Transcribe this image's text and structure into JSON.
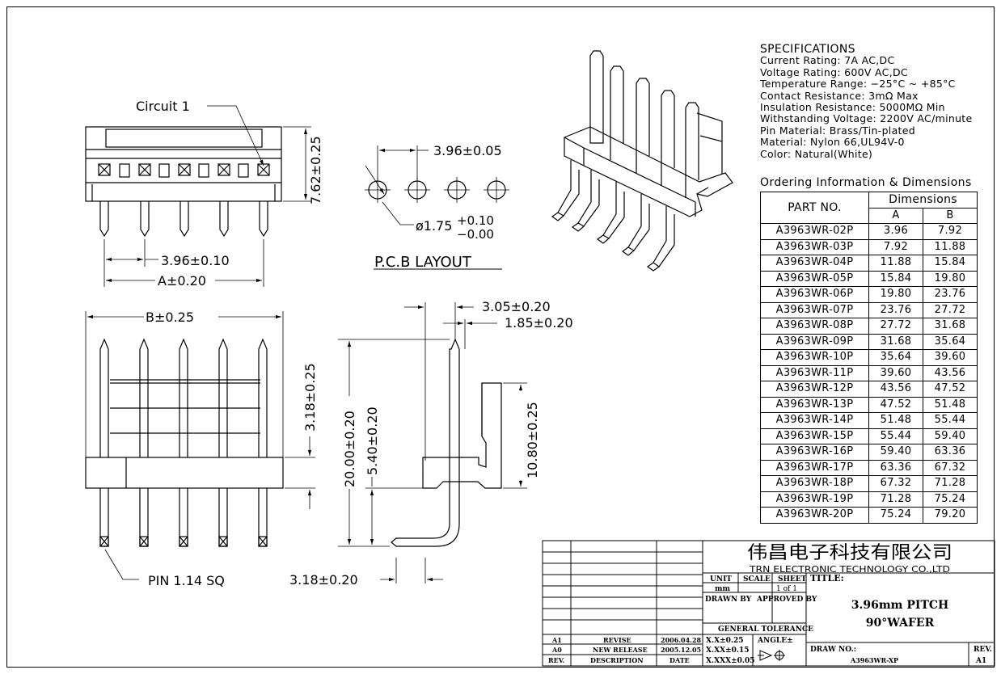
{
  "drawing": {
    "circuit_label": "Circuit 1",
    "dim_pitch": "3.96±0.10",
    "dim_a": "A±0.20",
    "dim_height": "7.62±0.25",
    "dim_b": "B±0.25",
    "dim_318_side": "3.18±0.25",
    "pin_label": "PIN 1.14 SQ",
    "pcb": {
      "pitch": "3.96±0.05",
      "hole_prefix": "ø1.75",
      "hole_tol_plus": "+0.10",
      "hole_tol_minus": "−0.00",
      "title": "P.C.B LAYOUT"
    },
    "side": {
      "d305": "3.05±0.20",
      "d185": "1.85±0.20",
      "d2000": "20.00±0.20",
      "d540": "5.40±0.20",
      "d1080": "10.80±0.25",
      "d318": "3.18±0.20"
    }
  },
  "specifications": {
    "heading": "SPECIFICATIONS",
    "lines": [
      "Current Rating: 7A AC,DC",
      "Voltage Rating: 600V AC,DC",
      "Temperature Range: −25°C ~ +85°C",
      "Contact Resistance: 3mΩ Max",
      "Insulation Resistance: 5000MΩ Min",
      "Withstanding Voltage: 2200V AC/minute",
      "Pin Material: Brass/Tin-plated",
      "Material: Nylon 66,UL94V-0",
      "Color: Natural(White)"
    ]
  },
  "ordering": {
    "heading": "Ordering Information & Dimensions",
    "col_part": "PART NO.",
    "col_dims": "Dimensions",
    "col_a": "A",
    "col_b": "B",
    "rows": [
      [
        "A3963WR-02P",
        "3.96",
        "7.92"
      ],
      [
        "A3963WR-03P",
        "7.92",
        "11.88"
      ],
      [
        "A3963WR-04P",
        "11.88",
        "15.84"
      ],
      [
        "A3963WR-05P",
        "15.84",
        "19.80"
      ],
      [
        "A3963WR-06P",
        "19.80",
        "23.76"
      ],
      [
        "A3963WR-07P",
        "23.76",
        "27.72"
      ],
      [
        "A3963WR-08P",
        "27.72",
        "31.68"
      ],
      [
        "A3963WR-09P",
        "31.68",
        "35.64"
      ],
      [
        "A3963WR-10P",
        "35.64",
        "39.60"
      ],
      [
        "A3963WR-11P",
        "39.60",
        "43.56"
      ],
      [
        "A3963WR-12P",
        "43.56",
        "47.52"
      ],
      [
        "A3963WR-13P",
        "47.52",
        "51.48"
      ],
      [
        "A3963WR-14P",
        "51.48",
        "55.44"
      ],
      [
        "A3963WR-15P",
        "55.44",
        "59.40"
      ],
      [
        "A3963WR-16P",
        "59.40",
        "63.36"
      ],
      [
        "A3963WR-17P",
        "63.36",
        "67.32"
      ],
      [
        "A3963WR-18P",
        "67.32",
        "71.28"
      ],
      [
        "A3963WR-19P",
        "71.28",
        "75.24"
      ],
      [
        "A3963WR-20P",
        "75.24",
        "79.20"
      ]
    ]
  },
  "titleblock": {
    "company_cn": "伟昌电子科技有限公司",
    "company_en": "TRN ELECTRONIC TECHNOLOGY CO.,LTD",
    "unit": "UNIT",
    "unit_val": "mm",
    "scale": "SCALE",
    "sheet": "SHEET",
    "sheet_val": "1 of 1",
    "title_label": "TITLE:",
    "title_line1": "3.96mm PITCH",
    "title_line2": "90°WAFER",
    "drawn_by": "DRAWN BY",
    "approved_by": "APPROVED BY",
    "general_tolerance": "GENERAL TOLERANCE",
    "tol1": "X.X±0.25",
    "tol2": "X.XX±0.15",
    "tol3": "X.XXX±0.05",
    "angle": "ANGLE±",
    "draw_no_label": "DRAW NO.:",
    "draw_no": "A3963WR-XP",
    "rev_label": "REV.",
    "rev_val": "A1",
    "revisions": [
      {
        "rev": "A1",
        "desc": "REVISE",
        "date": "2006.04.28"
      },
      {
        "rev": "A0",
        "desc": "NEW RELEASE",
        "date": "2005.12.05"
      }
    ],
    "hdr_rev": "REV.",
    "hdr_desc": "DESCRIPTION",
    "hdr_date": "DATE"
  }
}
